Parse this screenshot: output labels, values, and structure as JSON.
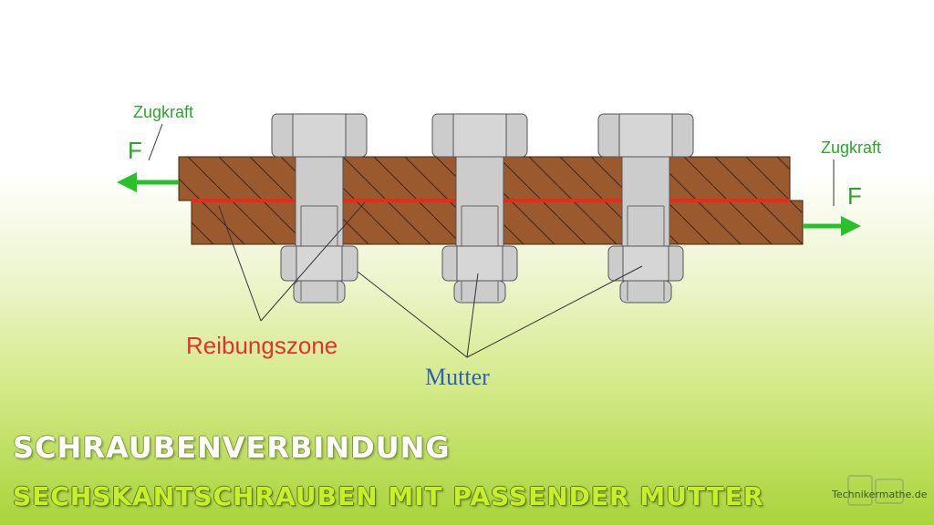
{
  "labels": {
    "zugkraft_left": "Zugkraft",
    "zugkraft_right": "Zugkraft",
    "force_left": "F",
    "force_right": "F",
    "reibungszone": "Reibungszone",
    "mutter": "Mutter"
  },
  "title": {
    "main": "Schraubenverbindung",
    "sub": "Sechskantschrauben mit passender Mutter"
  },
  "brand": "Technikermathe.de",
  "colors": {
    "plate": "#9b5a2e",
    "friction_line": "#e8291e",
    "force_arrow": "#27c22a",
    "steel": "#cccccc",
    "reibungszone_text": "#e53030",
    "mutter_text": "#2f5fb8"
  }
}
